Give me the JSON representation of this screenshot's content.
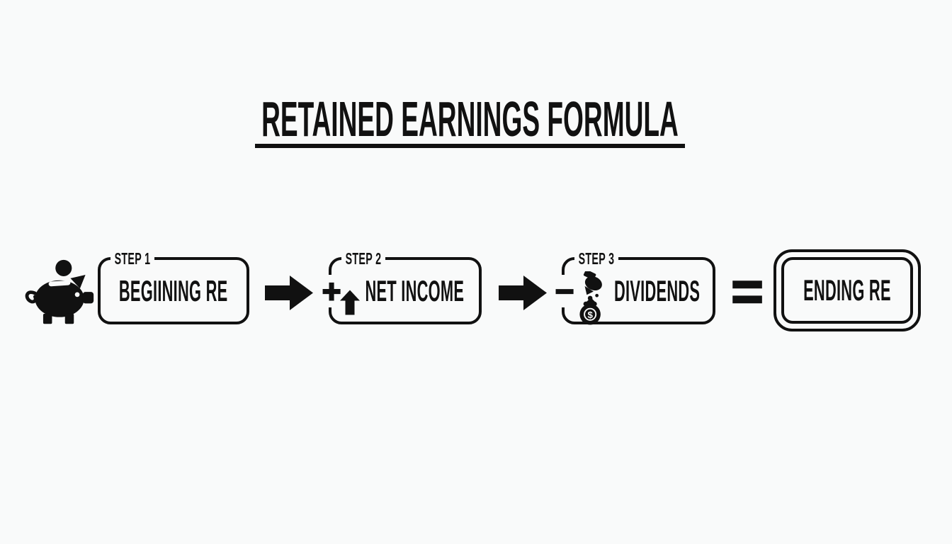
{
  "colors": {
    "background": "#f9fafa",
    "ink": "#111111"
  },
  "title": {
    "text": "RETAINED EARNINGS FORMULA"
  },
  "formula": {
    "steps": [
      {
        "label": "STEP 1",
        "name": "BEGIINING RE",
        "icon": "piggy-bank"
      },
      {
        "label": "STEP 2",
        "name": "NET INCOME",
        "icon": "up-arrow",
        "operator": "+"
      },
      {
        "label": "STEP 3",
        "name": "DIVIDENDS",
        "icon": "money-bag-hand",
        "operator": "−"
      }
    ],
    "equals": "=",
    "result": "ENDING RE",
    "money_bag_symbol": "$"
  }
}
